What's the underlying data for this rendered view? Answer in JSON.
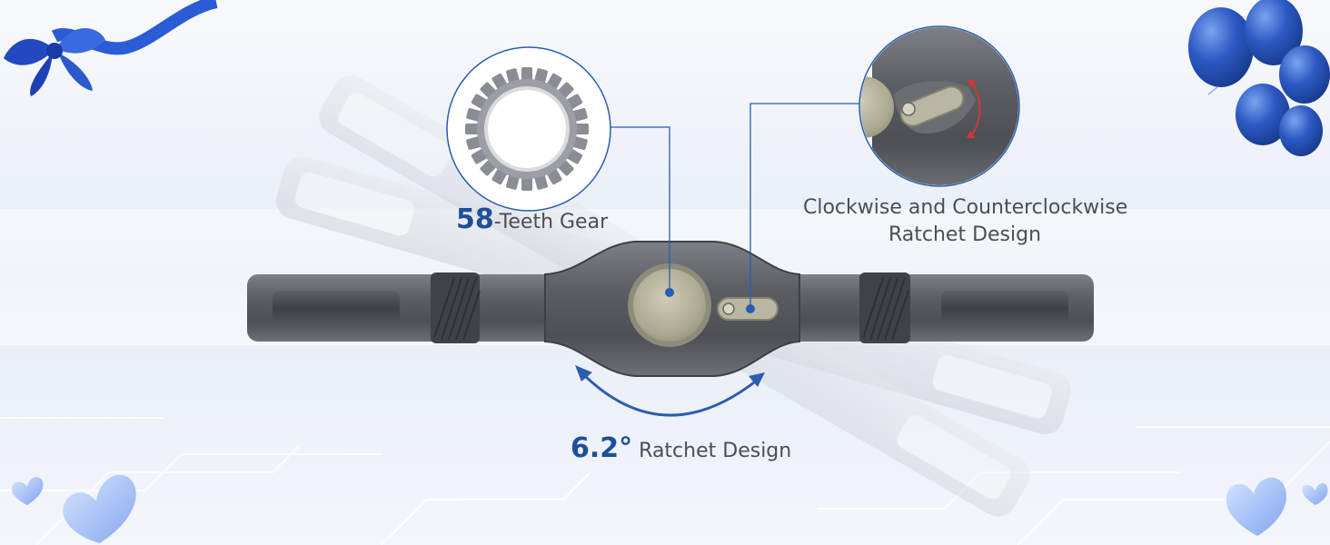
{
  "labels": {
    "gear_count": "58",
    "gear_text": "-Teeth Gear",
    "cw_line1": "Clockwise and Counterclockwise",
    "cw_line2": "Ratchet Design",
    "angle_value": "6.2°",
    "angle_text": " Ratchet Design"
  },
  "colors": {
    "accent": "#1f4f9a",
    "handle": "#5e6166",
    "text": "#4a4f56",
    "gold_disc": "#b7b49f"
  },
  "decor": {
    "icons": [
      "ribbon-bow-icon",
      "balloons-icon",
      "heart-icon"
    ]
  }
}
